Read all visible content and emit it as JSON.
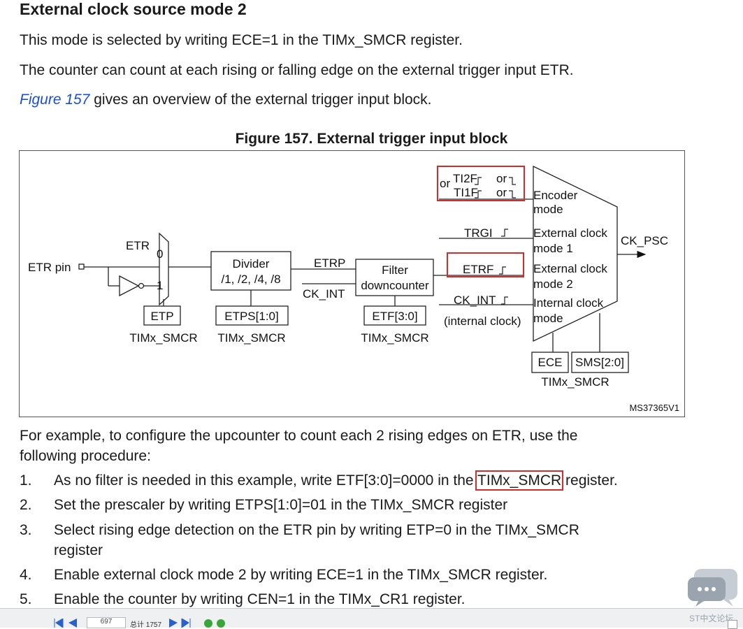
{
  "heading": "External clock source mode 2",
  "paragraphs": [
    "This mode is selected by writing ECE=1 in the TIMx_SMCR register.",
    "The counter can count at each rising or falling edge on the external trigger input ETR."
  ],
  "figure_ref": {
    "link": "Figure 157",
    "rest": " gives an overview of the external trigger input block."
  },
  "figure": {
    "title": "Figure 157. External trigger input block",
    "labels": {
      "etr_pin": "ETR pin",
      "etr": "ETR",
      "mux_0": "0",
      "mux_1": "1",
      "etp": "ETP",
      "timx_smcr": "TIMx_SMCR",
      "divider_l1": "Divider",
      "divider_l2": "/1, /2, /4, /8",
      "etps": "ETPS[1:0]",
      "etrp": "ETRP",
      "ck_int": "CK_INT",
      "filter_l1": "Filter",
      "filter_l2": "downcounter",
      "etf": "ETF[3:0]",
      "or": "or",
      "ti2f": "TI2F",
      "ti1f": "TI1F",
      "or_small": "or",
      "trgi": "TRGI",
      "etrf": "ETRF",
      "ck_int2": "CK_INT",
      "internal_clock": "(internal clock)",
      "encoder_mode_l1": "Encoder",
      "encoder_mode_l2": "mode",
      "ext_clk1_l1": "External clock",
      "ext_clk1_l2": "mode 1",
      "ext_clk2_l1": "External clock",
      "ext_clk2_l2": "mode 2",
      "int_clk_l1": "Internal clock",
      "int_clk_l2": "mode",
      "ck_psc": "CK_PSC",
      "ece": "ECE",
      "sms": "SMS[2:0]",
      "code": "MS37365V1"
    }
  },
  "procedure_intro_1": "For example, to configure the upcounter to count each 2 rising edges on ETR, use the",
  "procedure_intro_2": "following procedure:",
  "steps": [
    {
      "num": "1.",
      "pre": "As no filter is needed in this example, write ETF[3:0]=0000 in the ",
      "hl": "TIMx_SMCR",
      "post": " register."
    },
    {
      "num": "2.",
      "text": "Set the prescaler by writing ETPS[1:0]=01 in the TIMx_SMCR register"
    },
    {
      "num": "3.",
      "text": "Select rising edge detection on the ETR pin by writing ETP=0 in the TIMx_SMCR",
      "text2": "register"
    },
    {
      "num": "4.",
      "text": "Enable external clock mode 2 by writing ECE=1 in the TIMx_SMCR register."
    },
    {
      "num": "5.",
      "text": "Enable the counter by writing CEN=1 in the TIMx_CR1 register."
    }
  ],
  "bottom_bar": {
    "page_num": "697",
    "total": "总计 1757"
  },
  "brand": "ST中文论坛",
  "colors": {
    "highlight": "#d62b2b",
    "link": "#1a4fd8"
  }
}
